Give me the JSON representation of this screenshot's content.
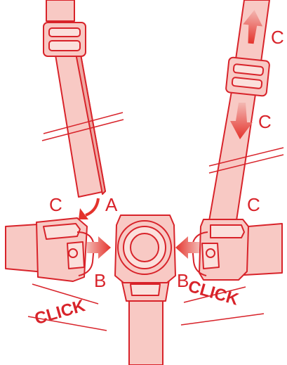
{
  "labels": {
    "a": "A",
    "b": "B",
    "c": "C",
    "click": "CLICK"
  },
  "colors": {
    "stroke": "#d8232a",
    "strap_fill": "#f8c9c4",
    "arrow_fill": "#e4332c",
    "background": "#ffffff"
  }
}
